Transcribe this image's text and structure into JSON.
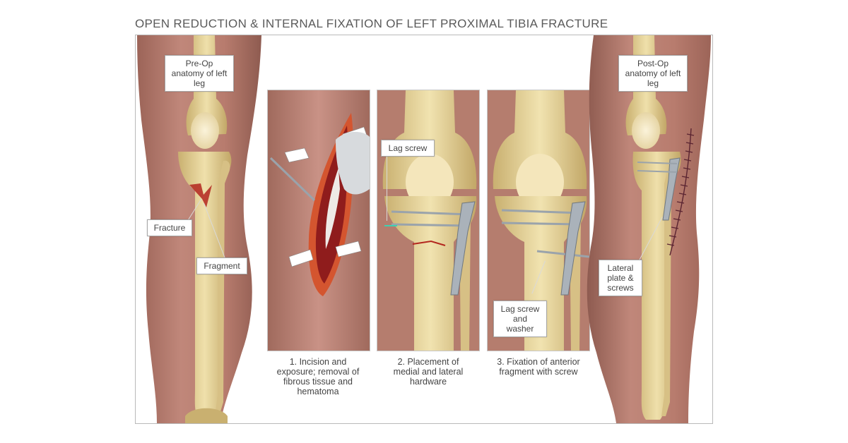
{
  "title": "OPEN REDUCTION & INTERNAL FIXATION OF LEFT PROXIMAL TIBIA FRACTURE",
  "labels": {
    "preop": "Pre-Op anatomy of left leg",
    "fracture": "Fracture",
    "fragment": "Fragment",
    "lag_screw": "Lag screw",
    "lag_screw_washer": "Lag screw and washer",
    "postop": "Post-Op anatomy of left leg",
    "lateral_plate": "Lateral plate & screws"
  },
  "captions": {
    "step1": "1. Incision and exposure; removal of fibrous tissue and hematoma",
    "step2": "2. Placement of medial and lateral hardware",
    "step3": "3. Fixation of anterior fragment with screw"
  },
  "colors": {
    "skin": "#c0877a",
    "skin_dark": "#9c6458",
    "bone": "#e6d49a",
    "bone_light": "#f4e9c2",
    "cartilage": "#f1e4c0",
    "blood": "#b3261e",
    "metal": "#9aa3ab",
    "panel_bg": "#b57d6e"
  }
}
